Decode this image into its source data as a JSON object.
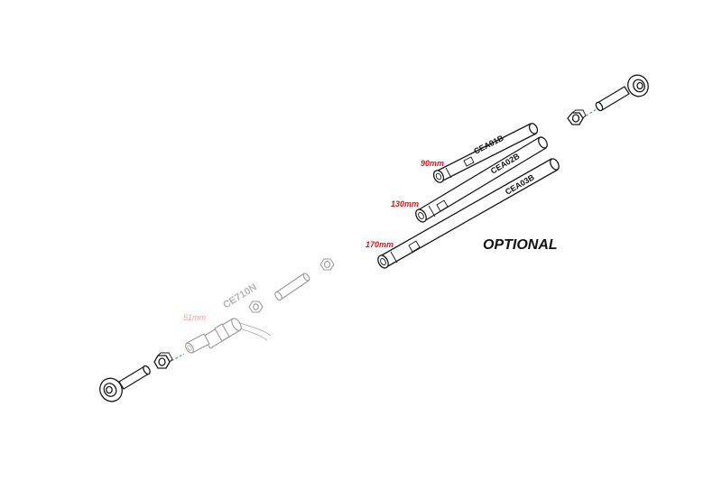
{
  "labels": {
    "optional": "OPTIONAL",
    "rods": [
      {
        "code": "CEA01B",
        "length": "90mm"
      },
      {
        "code": "CEA02B",
        "length": "130mm"
      },
      {
        "code": "CEA03B",
        "length": "170mm"
      }
    ],
    "actuator": {
      "code": "CE710N",
      "length": "51mm"
    }
  },
  "colors": {
    "dimension_red": "#d11a1a",
    "dimension_ghost": "#f0a0a0",
    "alignment_green": "#3aa55a",
    "line": "#1a1a1a",
    "ghost_line": "#9a9a9a"
  }
}
